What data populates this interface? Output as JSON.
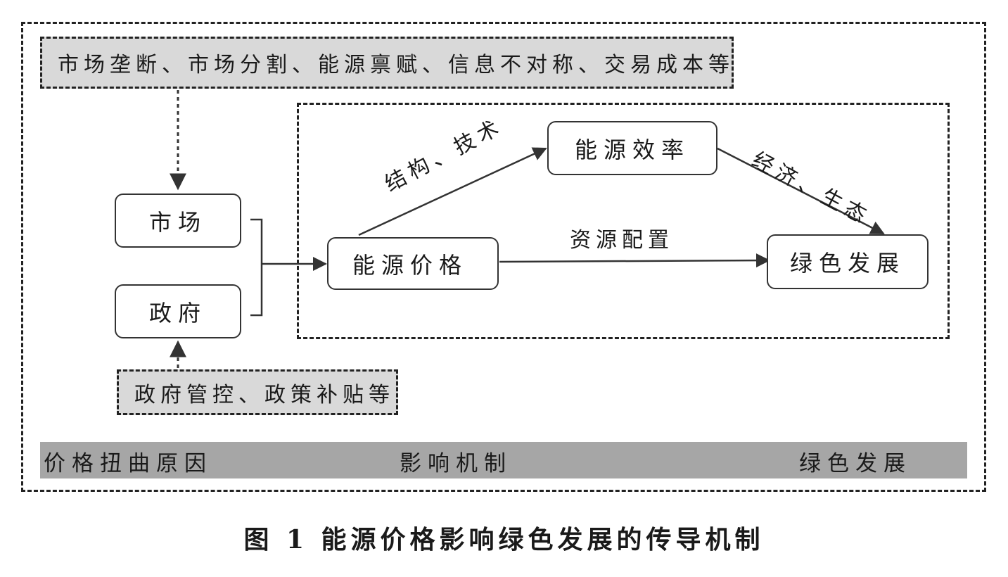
{
  "causes_note": "市场垄断、市场分割、能源禀赋、信息不对称、交易成本等",
  "policy_note": "政府管控、政策补贴等",
  "nodes": {
    "market": "市场",
    "government": "政府",
    "energy_price": "能源价格",
    "energy_efficiency": "能源效率",
    "green_development": "绿色发展"
  },
  "edge_labels": {
    "structure_technology": "结构、技术",
    "economy_ecology": "经济、生态",
    "resource_allocation": "资源配置"
  },
  "flow_bar": {
    "stage1": "价格扭曲原因",
    "stage2": "影响机制",
    "stage3": "绿色发展"
  },
  "caption": "图 1  能源价格影响绿色发展的传导机制"
}
